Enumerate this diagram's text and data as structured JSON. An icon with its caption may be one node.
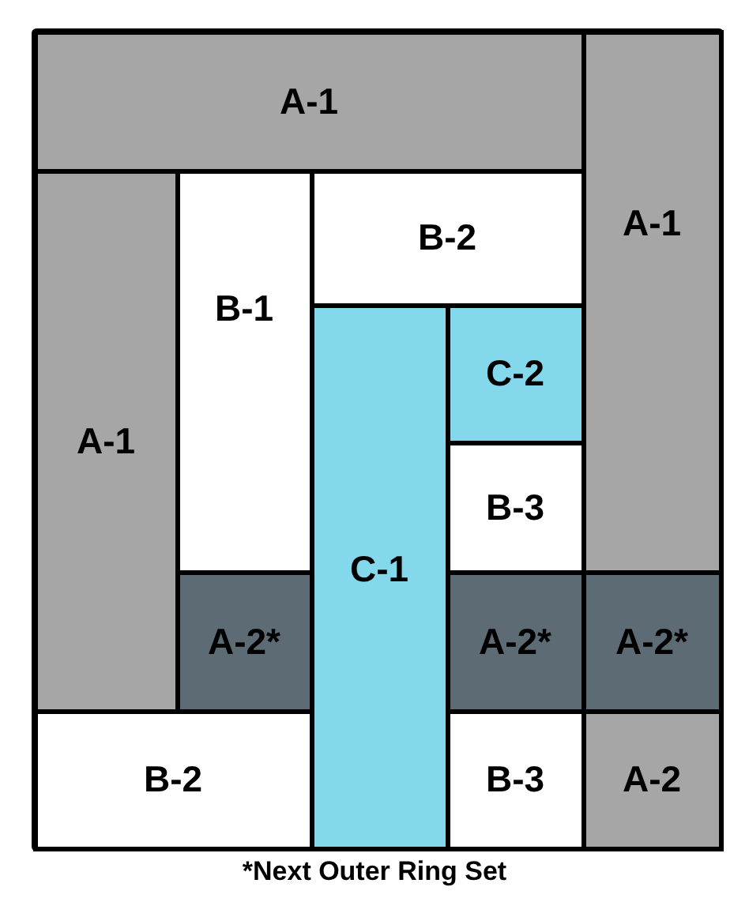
{
  "diagram": {
    "caption": "*Next Outer Ring Set",
    "nodes": [
      {
        "text": [
          "A-1"
        ]
      },
      {
        "text": [
          "A-1"
        ]
      },
      {
        "text": [
          "A-1"
        ]
      },
      {
        "text": [
          "B-1"
        ]
      },
      {
        "text": [
          "B-2"
        ]
      },
      {
        "text": [
          "C-1"
        ]
      },
      {
        "text": [
          "C-2"
        ]
      },
      {
        "text": [
          "B-3"
        ]
      },
      {
        "text": [
          "A-2*"
        ]
      },
      {
        "text": [
          "A-2*"
        ]
      },
      {
        "text": [
          "A-2*"
        ]
      },
      {
        "text": [
          "B-2"
        ]
      },
      {
        "text": [
          "B-3"
        ]
      },
      {
        "text": [
          "A-2"
        ]
      }
    ]
  }
}
